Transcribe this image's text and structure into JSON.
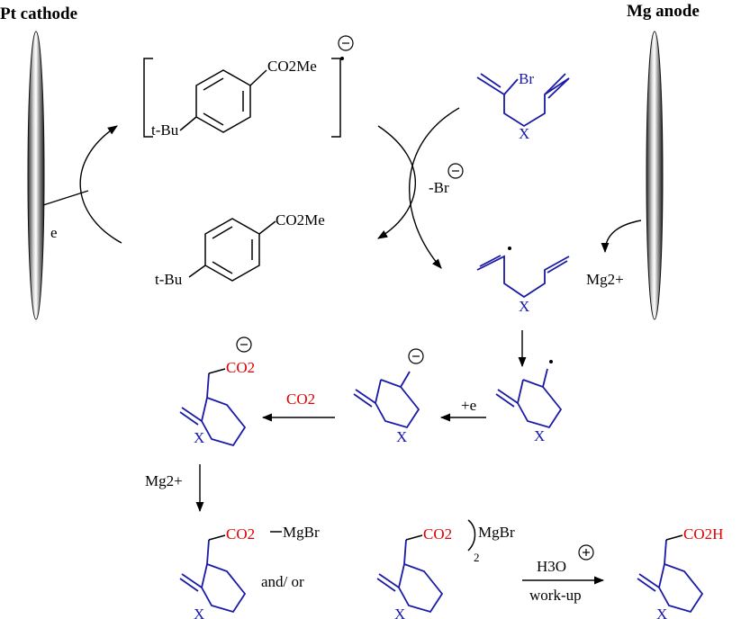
{
  "labels": {
    "pt_cathode": "Pt cathode",
    "mg_anode": "Mg anode",
    "e": "e",
    "tbu": "t-Bu",
    "co2me_radical_anion": "CO2Me",
    "co2me_neutral": "CO2Me",
    "br": "Br",
    "x": "X",
    "minus_br": "-Br",
    "mg2plus": "Mg2+",
    "plus_e": "+e",
    "co2": "CO2",
    "co2_anion": "CO2",
    "co2_mgbr": "CO2",
    "mgbr": "MgBr",
    "co2_bis": "CO2",
    "mgbr_bis": "MgBr",
    "subscript_2": "2",
    "and_or": "and/ or",
    "h3o": "H3O",
    "work_up": "work-up",
    "co2h": "CO2H"
  },
  "colors": {
    "substrate": "#1a1aa6",
    "co2": "#e00000",
    "reagent": "#000000"
  }
}
